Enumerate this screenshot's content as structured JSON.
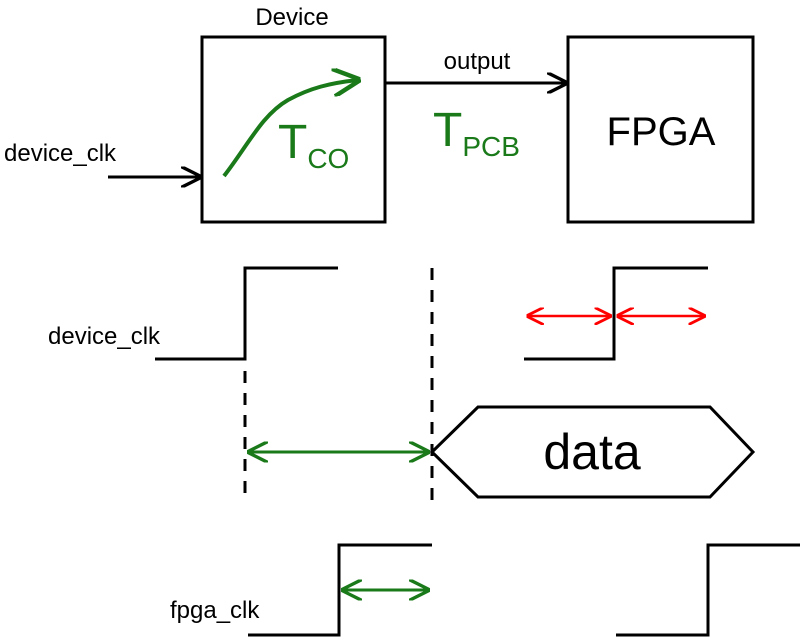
{
  "block_diagram": {
    "device_label": "Device",
    "input_label": "device_clk",
    "output_label": "output",
    "fpga_label": "FPGA",
    "tco": {
      "main": "T",
      "sub": "CO"
    },
    "tpcb": {
      "main": "T",
      "sub": "PCB"
    }
  },
  "timing_diagram": {
    "device_clk_label": "device_clk",
    "data_label": "data",
    "fpga_clk_label": "fpga_clk"
  },
  "colors": {
    "line": "#000000",
    "accent_green": "#1a7a1a",
    "accent_red": "#ff0000",
    "background": "#ffffff"
  }
}
